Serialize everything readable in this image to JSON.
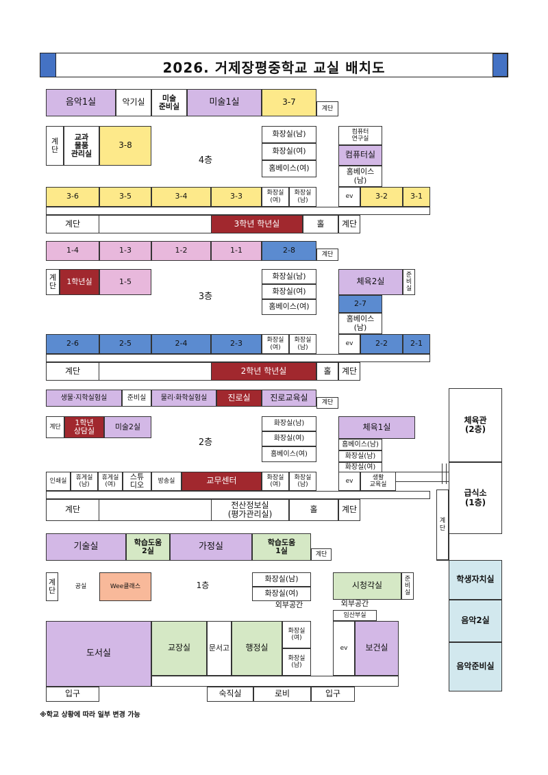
{
  "title": "2026. 거제장평중학교 교실 배치도",
  "colors": {
    "purple": "#d3b8e6",
    "pink": "#e8b8dc",
    "yellow": "#fde98a",
    "blue": "#5b8bd0",
    "brown": "#a1282e",
    "green": "#d5e8c5",
    "cyan": "#d2e8ee",
    "orange": "#f8b99a"
  },
  "floor4": {
    "label": "4층",
    "top_row": [
      "음악1실",
      "악기실",
      "미술\n준비실",
      "미술1실",
      "3-7",
      "계단"
    ],
    "left": [
      "계\n단",
      "교과\n물품\n관리실",
      "3-8"
    ],
    "restrooms": [
      "화장실(남)",
      "화장실(여)",
      "홈베이스(여)"
    ],
    "right": [
      "컴퓨터\n연구실",
      "컴퓨터실",
      "홈베이스\n(남)"
    ],
    "row2": [
      "3-6",
      "3-5",
      "3-4",
      "3-3",
      "화장실\n(여)",
      "화장실\n(남)",
      "ev",
      "3-2",
      "3-1"
    ],
    "bottom": [
      "계단",
      "3학년 학년실",
      "홀",
      "계단"
    ]
  },
  "floor3": {
    "label": "3층",
    "top_row": [
      "1-4",
      "1-3",
      "1-2",
      "1-1",
      "2-8",
      "계단"
    ],
    "left": [
      "계\n단",
      "1학년실",
      "1-5"
    ],
    "restrooms": [
      "화장실(남)",
      "화장실(여)",
      "홈베이스(여)"
    ],
    "right": [
      "체육2실",
      "준\n비\n실",
      "2-7",
      "홈베이스\n(남)"
    ],
    "row2": [
      "2-6",
      "2-5",
      "2-4",
      "2-3",
      "화장실\n(여)",
      "화장실\n(남)",
      "ev",
      "2-2",
      "2-1"
    ],
    "bottom": [
      "계단",
      "2학년 학년실",
      "홀",
      "계단"
    ]
  },
  "floor2": {
    "label": "2층",
    "top_row": [
      "생물·지학실험실",
      "준비실",
      "물리·화학실험실",
      "진로실",
      "진로교육실",
      "계단"
    ],
    "left": [
      "계단",
      "1학년\n상담실",
      "미술2실"
    ],
    "restrooms": [
      "화장실(남)",
      "화장실(여)",
      "홈베이스(여)"
    ],
    "right": [
      "체육1실",
      "홈베이스(남)",
      "화장실(남)",
      "화장실(여)"
    ],
    "row2": [
      "인쇄실",
      "휴게실\n(남)",
      "휴게실\n(여)",
      "스튜\n디오",
      "방송실",
      "교무센터",
      "화장실\n(여)",
      "화장실\n(남)",
      "ev",
      "생활\n교육실"
    ],
    "bottom": [
      "계단",
      "전산정보실\n(평가관리실)",
      "홀",
      "계단"
    ]
  },
  "floor1": {
    "label": "1층",
    "top_row": [
      "기술실",
      "학습도움\n2실",
      "가정실",
      "학습도움\n1실",
      "계단"
    ],
    "left": [
      "계\n단",
      "공실",
      "Wee클래스"
    ],
    "restrooms": [
      "화장실(남)",
      "화장실(여)"
    ],
    "right": [
      "시청각실",
      "준\n비\n실"
    ],
    "outside": [
      "외부공간",
      "외부공간"
    ],
    "row2": [
      "도서실",
      "교장실",
      "문서고",
      "행정실",
      "화장실\n(여)",
      "화장실\n(남)",
      "임산부실",
      "ev",
      "보건실"
    ],
    "bottom": [
      "입구",
      "숙직실",
      "로비",
      "입구"
    ]
  },
  "annex": {
    "gym": "체육관\n(2층)",
    "cafeteria": "급식소\n(1층)",
    "stairs": "계\n단",
    "rooms": [
      "학생자치실",
      "음악2실",
      "음악준비실"
    ]
  },
  "note": "※학교 상황에 따라 일부 변경 가능"
}
